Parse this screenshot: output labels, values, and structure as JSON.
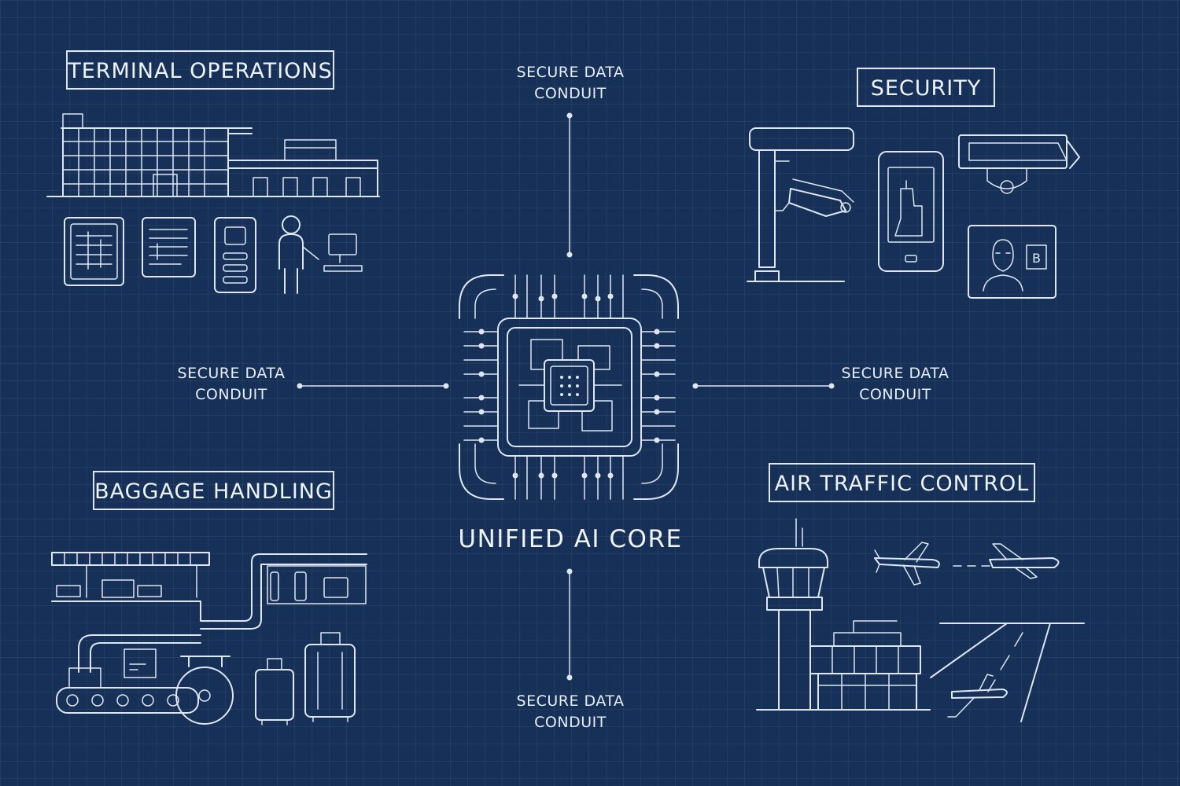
{
  "sections": {
    "terminal": "TERMINAL OPERATIONS",
    "security": "SECURITY",
    "baggage": "BAGGAGE HANDLING",
    "air_traffic": "AIR TRAFFIC CONTROL"
  },
  "conduits": {
    "top": [
      "SECURE DATA",
      "CONDUIT"
    ],
    "left": [
      "SECURE DATA",
      "CONDUIT"
    ],
    "right": [
      "SECURE DATA",
      "CONDUIT"
    ],
    "bottom": [
      "SECURE DATA",
      "CONDUIT"
    ]
  },
  "core": {
    "title": "UNIFIED AI CORE"
  },
  "icons": {
    "terminal": [
      "terminal-building-icon",
      "document-panel-icon",
      "form-panel-icon",
      "mobile-device-icon",
      "agent-at-kiosk-icon"
    ],
    "security": [
      "security-camera-icon",
      "mobile-scanner-icon",
      "ceiling-camera-icon",
      "face-id-icon"
    ],
    "baggage": [
      "baggage-conveyor-icon",
      "suitcase-icon"
    ],
    "air_traffic": [
      "control-tower-icon",
      "airplane-icon",
      "runway-icon"
    ],
    "core": [
      "ai-chip-icon"
    ]
  },
  "face_id_badge": "B",
  "colors": {
    "background": "#163058",
    "line": "#dde6f1"
  }
}
